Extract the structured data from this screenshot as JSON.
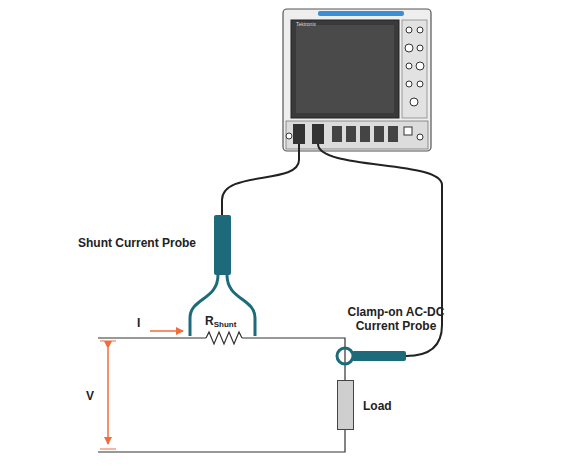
{
  "diagram": {
    "nodes": [
      {
        "text": [
          "Load"
        ]
      }
    ],
    "labels": [
      "Tektronix",
      "Shunt Current Probe",
      "I",
      "R",
      "Shunt",
      "Clamp-on AC-DC Current Probe",
      "V"
    ]
  }
}
